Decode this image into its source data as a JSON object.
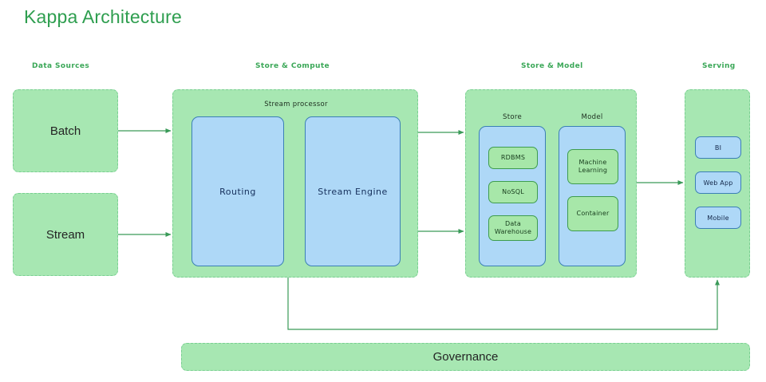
{
  "title": "Kappa Architecture",
  "theme": {
    "title_color": "#2e9e4f",
    "section_label_color": "#3aa757",
    "green_fill": "#a7e7b2",
    "green_border": "#79cf91",
    "blue_fill": "#aed8f7",
    "blue_border": "#3b7fb5",
    "chip_green_fill": "#a7e7a9",
    "chip_green_border": "#3e9c4e",
    "arrow_color": "#3a9a58"
  },
  "sections": [
    {
      "id": "data-sources",
      "label": "Data Sources"
    },
    {
      "id": "store-compute",
      "label": "Store & Compute"
    },
    {
      "id": "store-model",
      "label": "Store & Model"
    },
    {
      "id": "serving",
      "label": "Serving"
    }
  ],
  "data_sources": {
    "boxes": [
      {
        "id": "batch",
        "label": "Batch"
      },
      {
        "id": "stream",
        "label": "Stream"
      }
    ]
  },
  "store_compute": {
    "caption": "Stream processor",
    "panels": [
      {
        "id": "routing",
        "label": "Routing"
      },
      {
        "id": "stream-engine",
        "label": "Stream Engine"
      }
    ]
  },
  "store_model": {
    "panels": [
      {
        "id": "store",
        "caption": "Store",
        "items": [
          {
            "id": "rdbms",
            "label": "RDBMS"
          },
          {
            "id": "nosql",
            "label": "NoSQL"
          },
          {
            "id": "data-warehouse",
            "label": "Data\nWarehouse"
          }
        ]
      },
      {
        "id": "model",
        "caption": "Model",
        "items": [
          {
            "id": "machine-learning",
            "label": "Machine\nLearning"
          },
          {
            "id": "container",
            "label": "Container"
          }
        ]
      }
    ]
  },
  "serving": {
    "items": [
      {
        "id": "bi",
        "label": "BI"
      },
      {
        "id": "web-app",
        "label": "Web App"
      },
      {
        "id": "mobile",
        "label": "Mobile"
      }
    ]
  },
  "governance": {
    "label": "Governance"
  }
}
